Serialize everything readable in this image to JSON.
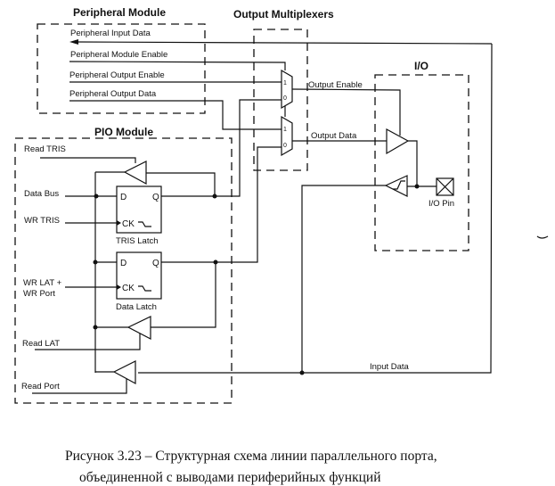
{
  "diagram": {
    "modules": {
      "peripheral": "Peripheral Module",
      "output_mux": "Output Multiplexers",
      "io": "I/O",
      "pio": "PIO Module"
    },
    "signals": {
      "peripheral_input_data": "Peripheral Input Data",
      "peripheral_module_enable": "Peripheral Module Enable",
      "peripheral_output_enable": "Peripheral Output Enable",
      "peripheral_output_data": "Peripheral Output Data",
      "output_enable": "Output Enable",
      "output_data": "Output Data",
      "input_data": "Input Data",
      "read_tris": "Read TRIS",
      "data_bus": "Data Bus",
      "wr_tris": "WR TRIS",
      "wr_lat_1": "WR LAT +",
      "wr_lat_2": "WR Port",
      "read_lat": "Read LAT",
      "read_port": "Read Port"
    },
    "latches": {
      "tris": "TRIS Latch",
      "data": "Data Latch",
      "d": "D",
      "q": "Q",
      "ck": "CK"
    },
    "mux_inputs": {
      "one": "1",
      "zero": "0"
    },
    "io_pin": "I/O Pin"
  },
  "caption": {
    "line1": "Рисунок 3.23 – Структурная схема линии параллельного порта,",
    "line2": "объединенной с выводами периферийных функций"
  }
}
